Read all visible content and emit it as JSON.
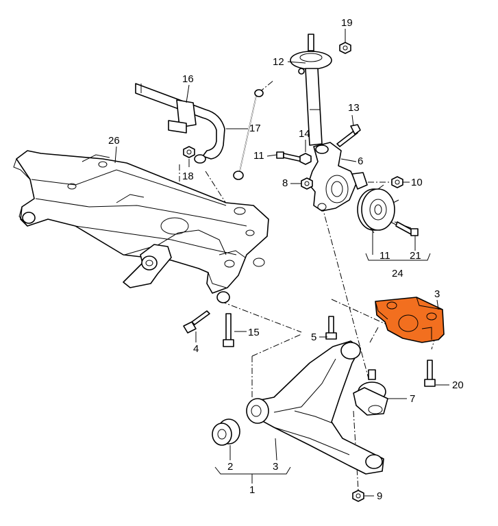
{
  "colors": {
    "highlight": "#f26f1f",
    "line": "#000000",
    "background": "#ffffff"
  },
  "callouts": {
    "c1": "1",
    "c2": "2",
    "c3a": "3",
    "c3b": "3",
    "c4": "4",
    "c5": "5",
    "c6": "6",
    "c7": "7",
    "c8": "8",
    "c9": "9",
    "c10": "10",
    "c11a": "11",
    "c11b": "11",
    "c12": "12",
    "c13": "13",
    "c14": "14",
    "c15": "15",
    "c16": "16",
    "c17": "17",
    "c18": "18",
    "c19": "19",
    "c20": "20",
    "c21": "21",
    "c24": "24",
    "c26": "26"
  }
}
